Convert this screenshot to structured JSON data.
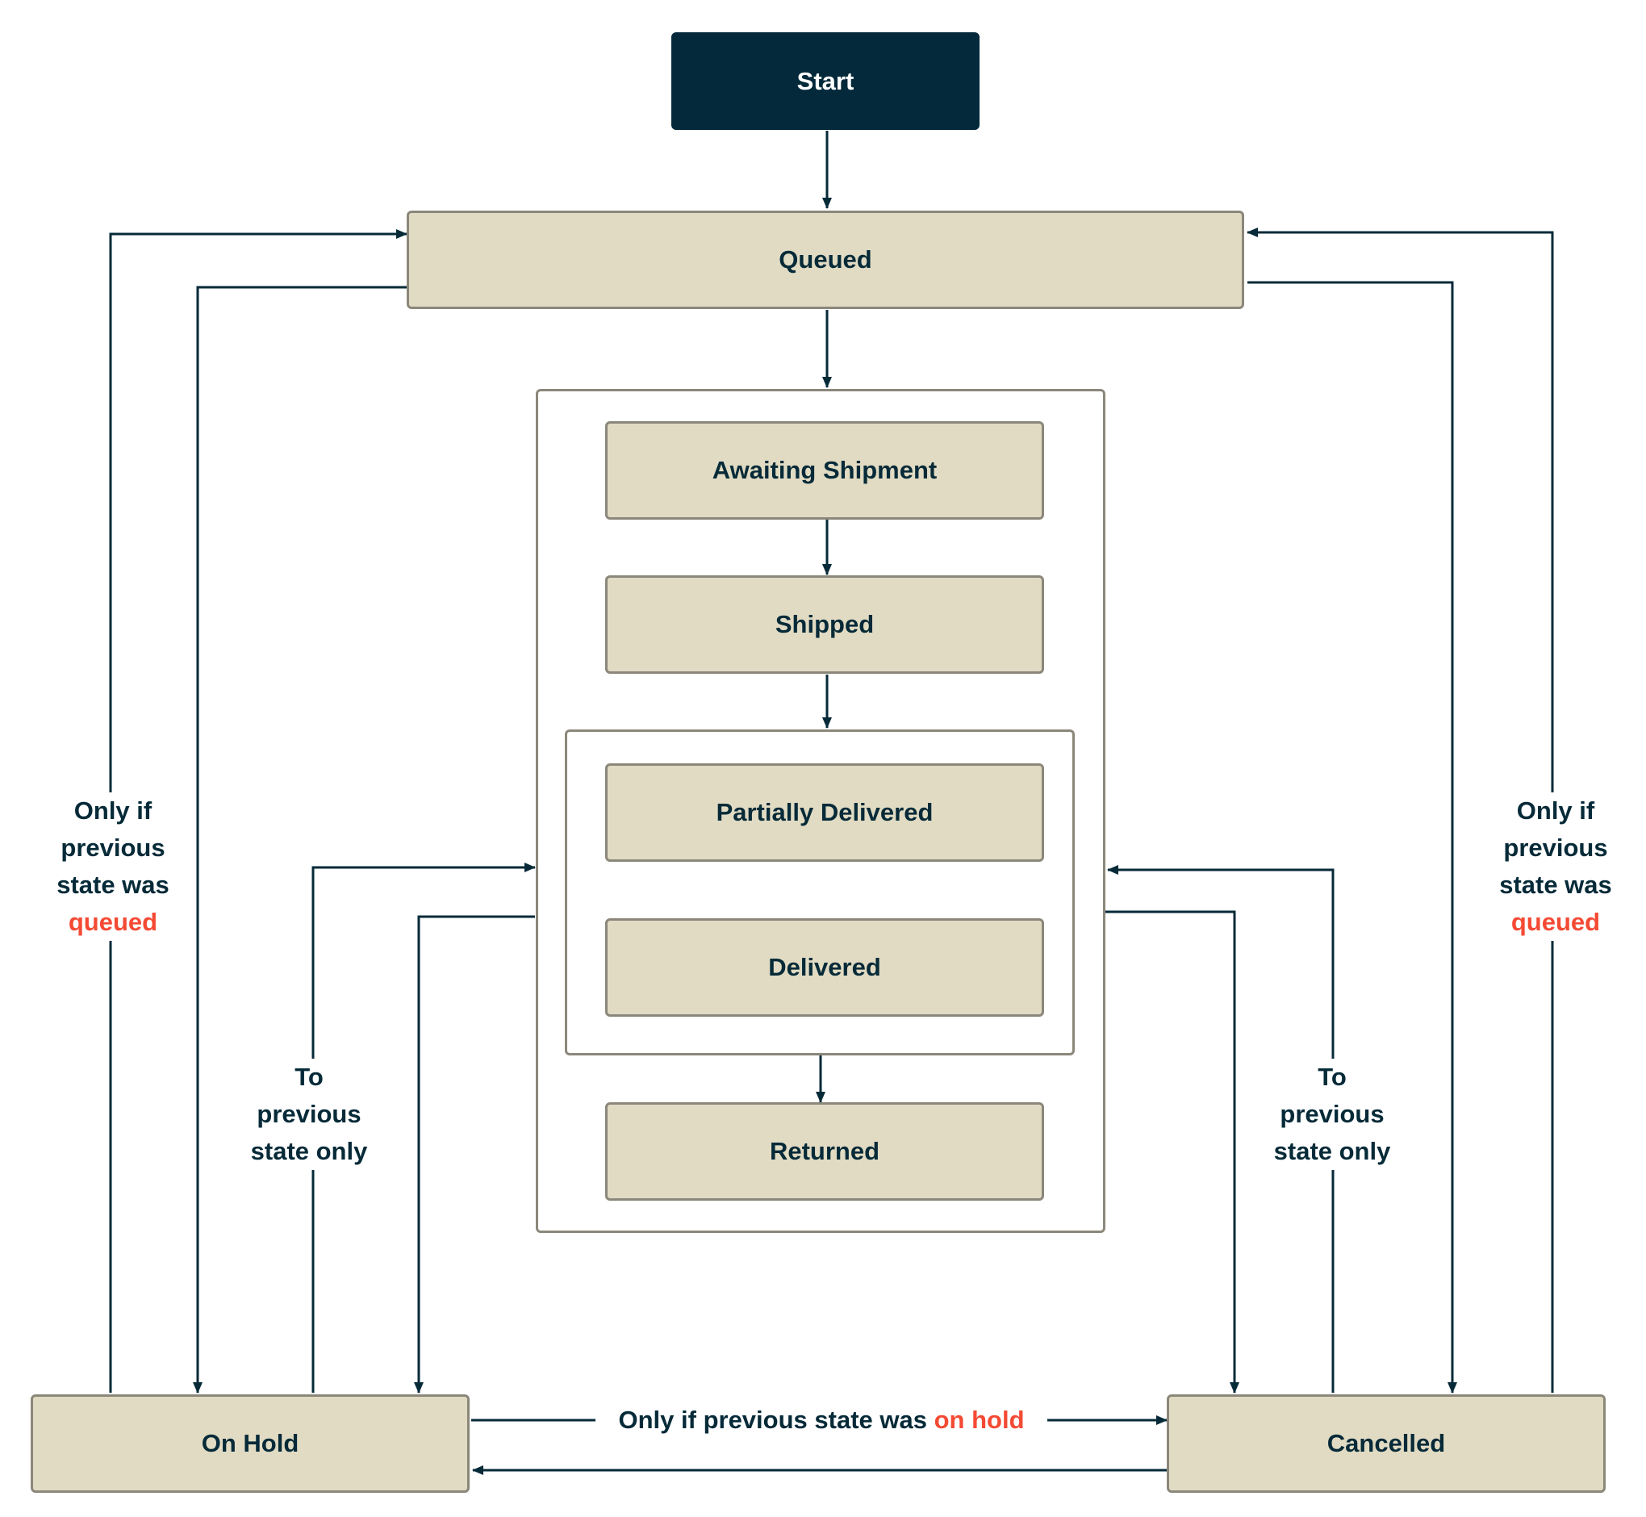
{
  "nodes": {
    "start": "Start",
    "queued": "Queued",
    "awaiting_shipment": "Awaiting Shipment",
    "shipped": "Shipped",
    "partially_delivered": "Partially Delivered",
    "delivered": "Delivered",
    "returned": "Returned",
    "on_hold": "On Hold",
    "cancelled": "Cancelled"
  },
  "edge_labels": {
    "left_queued": {
      "line1": "Only if",
      "line2": "previous",
      "line3": "state was",
      "highlight": "queued"
    },
    "right_queued": {
      "line1": "Only if",
      "line2": "previous",
      "line3": "state was",
      "highlight": "queued"
    },
    "left_previous": {
      "line1": "To",
      "line2": "previous",
      "line3": "state only"
    },
    "right_previous": {
      "line1": "To",
      "line2": "previous",
      "line3": "state only"
    },
    "bottom": {
      "text": "Only if previous state was",
      "highlight": "on hold"
    }
  },
  "colors": {
    "node_fill": "#e1dbc3",
    "node_border": "#8b877a",
    "start_fill": "#03293a",
    "text": "#062a38",
    "highlight": "#f44a34",
    "edge": "#062a38"
  }
}
